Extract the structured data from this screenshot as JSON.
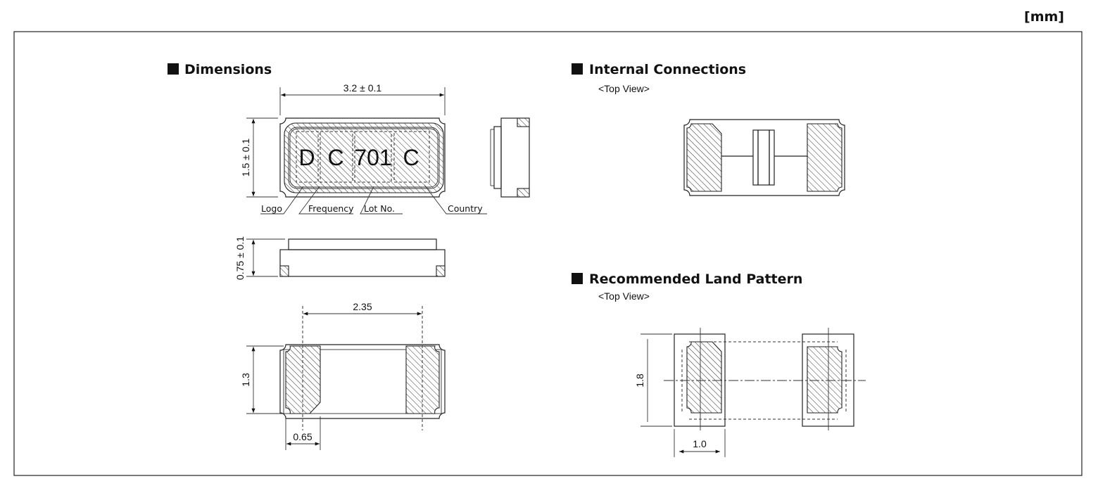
{
  "unit_label": "[mm]",
  "dimensions": {
    "title": "Dimensions",
    "length": "3.2 ± 0.1",
    "width": "1.5 ± 0.1",
    "height": "0.75 ± 0.1",
    "pad_pitch": "2.35",
    "pad_height": "1.3",
    "pad_width": "0.65",
    "marking": [
      "D",
      "C",
      "701",
      "C"
    ],
    "marking_labels": [
      "Logo",
      "Frequency",
      "Lot No.",
      "Country"
    ]
  },
  "internal_connections": {
    "title": "Internal Connections",
    "view": "<Top View>"
  },
  "land_pattern": {
    "title": "Recommended Land Pattern",
    "view": "<Top View>",
    "height": "1.8",
    "pad_width": "1.0"
  }
}
